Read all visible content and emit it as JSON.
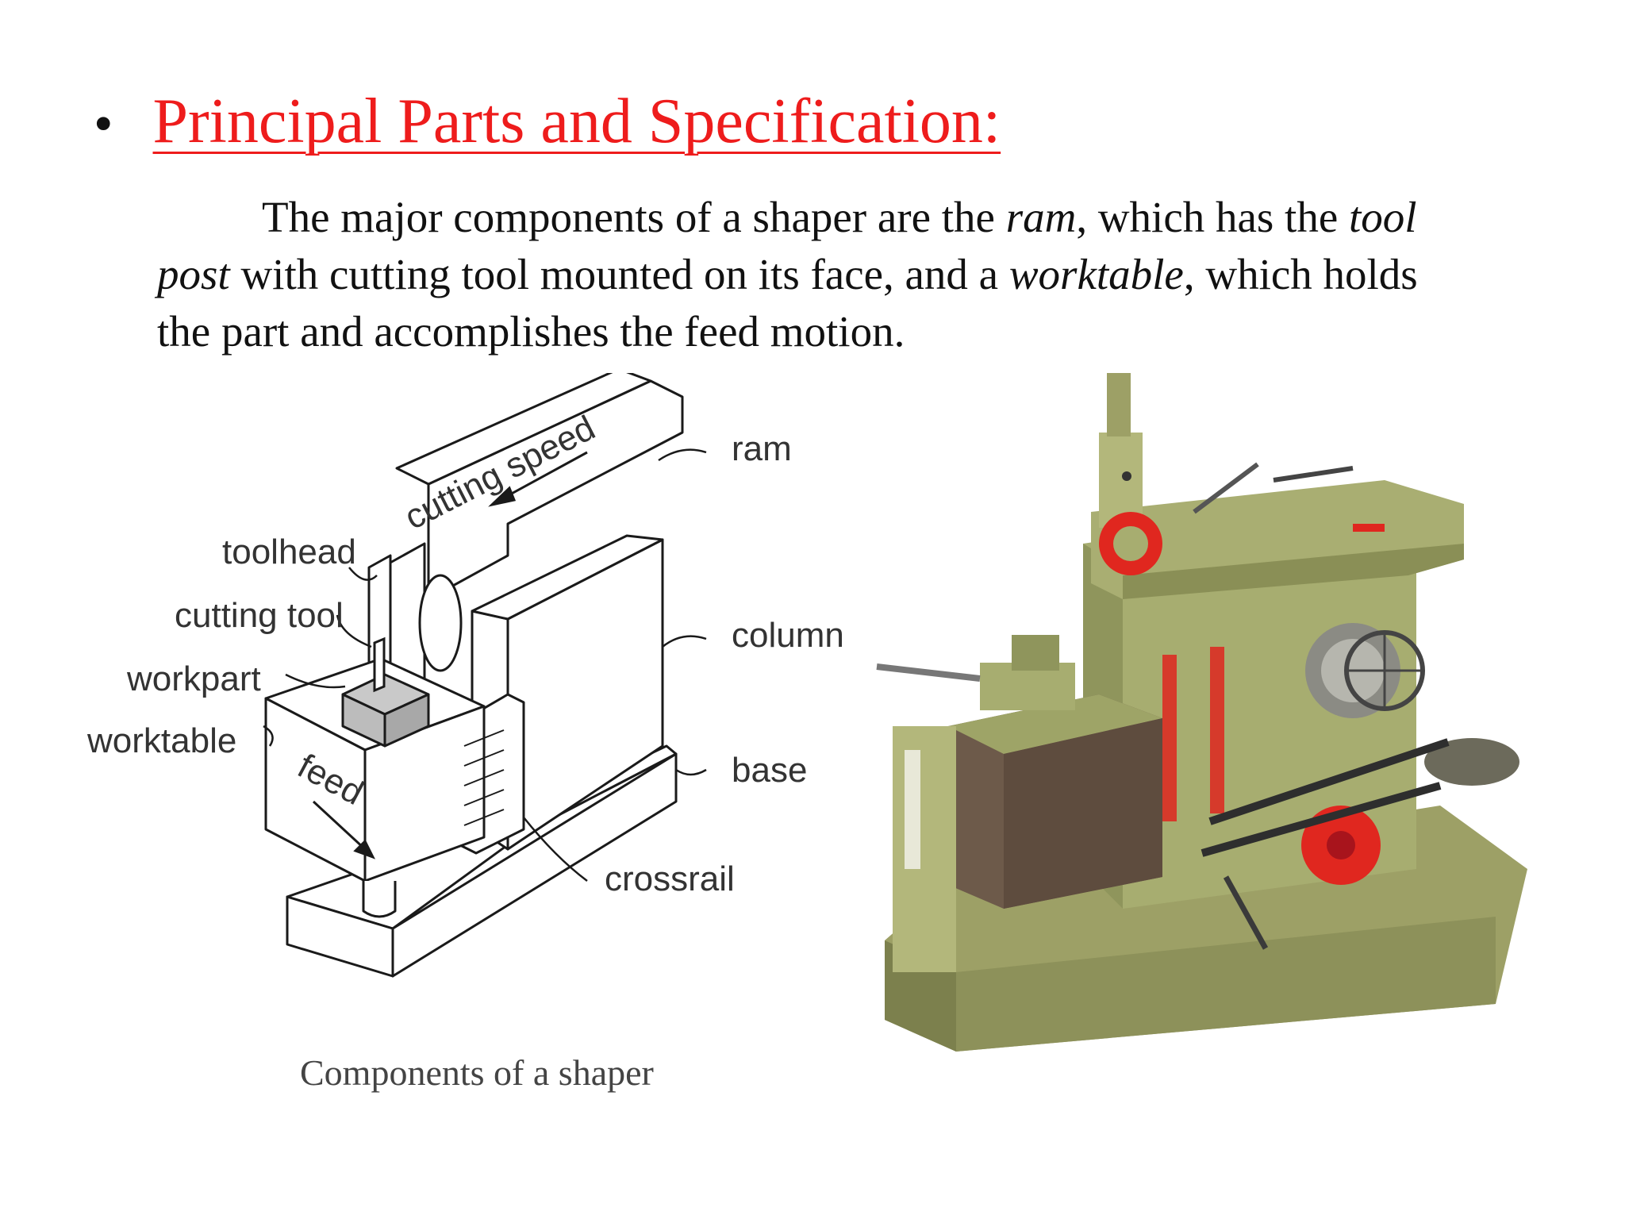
{
  "slide": {
    "bullet": "•",
    "title": "Principal Parts and Specification:",
    "paragraph": {
      "t1": "The major components of a shaper are the ",
      "i1": "ram",
      "t2": ", which has the ",
      "i2": "tool post",
      "t3": " with cutting tool mounted on its face, and a ",
      "i3": "worktable",
      "t4": ", which holds the part and accomplishes the feed motion."
    }
  },
  "diagram": {
    "labels": {
      "cutting_speed": "cutting speed",
      "ram": "ram",
      "toolhead": "toolhead",
      "cutting_tool": "cutting tool",
      "workpart": "workpart",
      "worktable": "worktable",
      "feed": "feed",
      "column": "column",
      "base": "base",
      "crossrail": "crossrail"
    },
    "caption": "Components of a shaper"
  },
  "colors": {
    "title": "#ee1c1c",
    "machine_body": "#a7ad70",
    "machine_red": "#e0271f"
  }
}
